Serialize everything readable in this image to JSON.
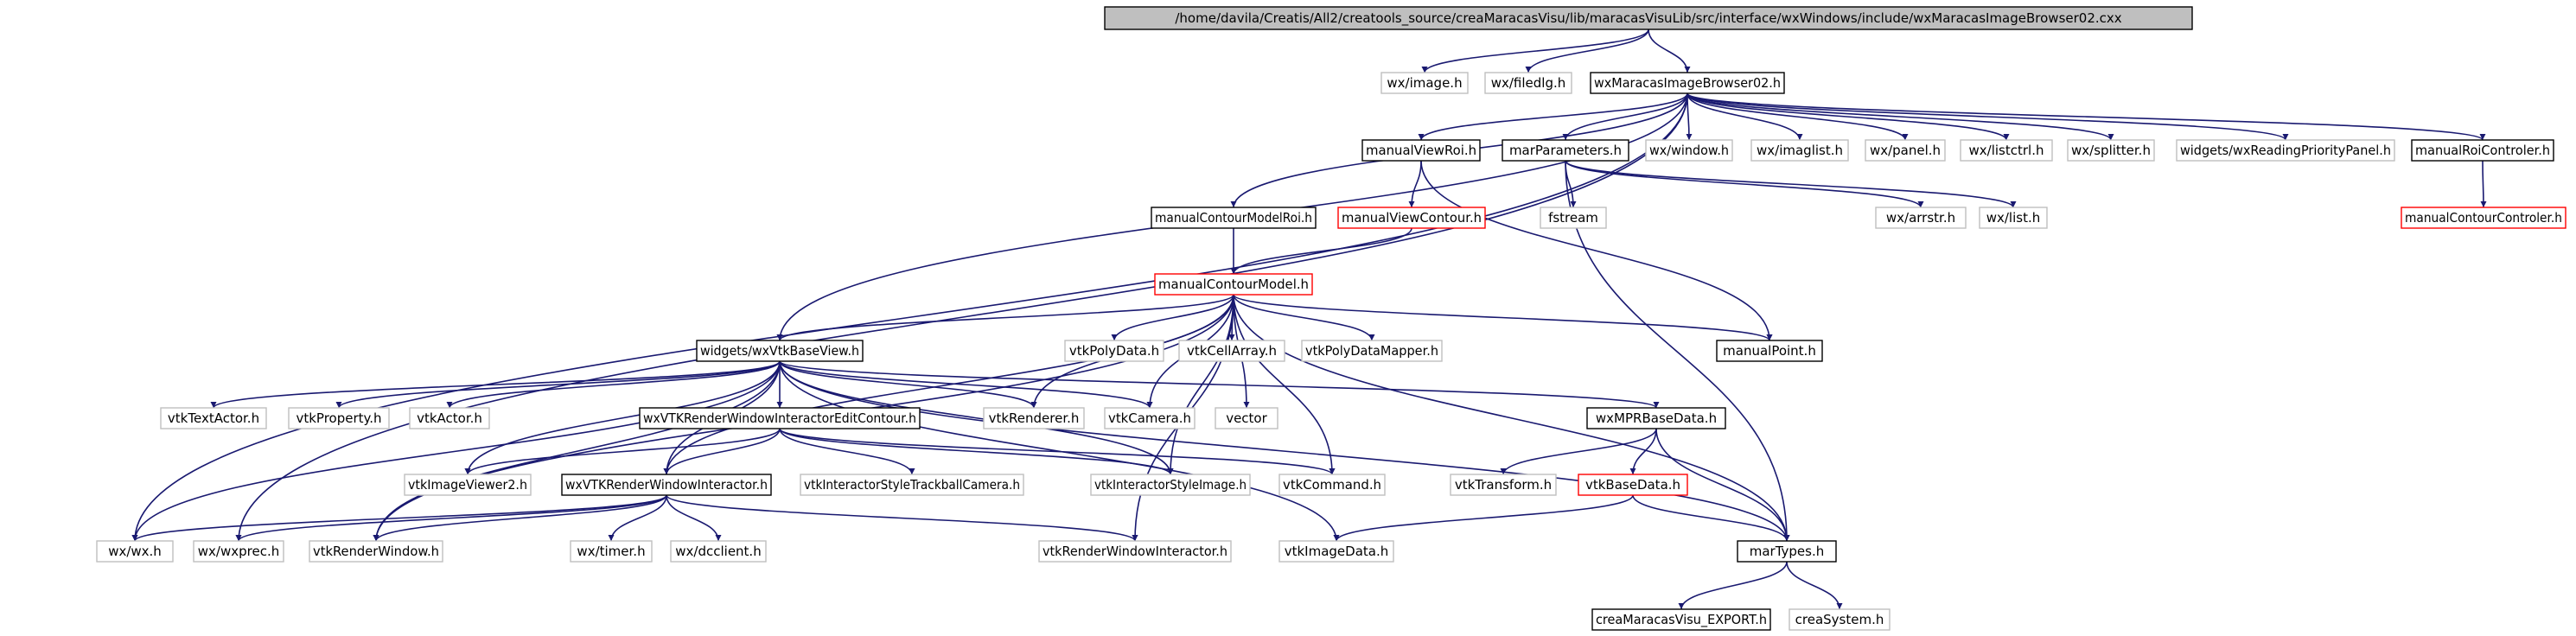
{
  "graph": {
    "colors": {
      "edge": "#191970",
      "root_fill": "#bfbfbf",
      "internal_border": "#000000",
      "external_border": "#bfbfbf",
      "truncated_border": "#ff0000"
    },
    "nodes": [
      {
        "id": "root",
        "label": "/home/davila/Creatis/All2/creatools_source/creaMaracasVisu/lib/maracasVisuLib/src/interface/wxWindows/include/wxMaracasImageBrowser02.cxx",
        "kind": "root"
      },
      {
        "id": "wximage",
        "label": "wx/image.h",
        "kind": "external"
      },
      {
        "id": "wxfiledlg",
        "label": "wx/filedlg.h",
        "kind": "external"
      },
      {
        "id": "wxmib02",
        "label": "wxMaracasImageBrowser02.h",
        "kind": "internal"
      },
      {
        "id": "wxvtkbase",
        "label": "widgets/wxVtkBaseView.h",
        "kind": "internal"
      },
      {
        "id": "mcmroi",
        "label": "manualContourModelRoi.h",
        "kind": "internal"
      },
      {
        "id": "mvroi",
        "label": "manualViewRoi.h",
        "kind": "internal"
      },
      {
        "id": "marparams",
        "label": "marParameters.h",
        "kind": "internal"
      },
      {
        "id": "wxwindow",
        "label": "wx/window.h",
        "kind": "external"
      },
      {
        "id": "wximaglist",
        "label": "wx/imaglist.h",
        "kind": "external"
      },
      {
        "id": "wxpanel",
        "label": "wx/panel.h",
        "kind": "external"
      },
      {
        "id": "wxlistctrl",
        "label": "wx/listctrl.h",
        "kind": "external"
      },
      {
        "id": "wxsplitter",
        "label": "wx/splitter.h",
        "kind": "external"
      },
      {
        "id": "wrpp",
        "label": "widgets/wxReadingPriorityPanel.h",
        "kind": "external"
      },
      {
        "id": "mroictl",
        "label": "manualRoiControler.h",
        "kind": "internal"
      },
      {
        "id": "mviewcontour",
        "label": "manualViewContour.h",
        "kind": "truncated"
      },
      {
        "id": "fstream",
        "label": "fstream",
        "kind": "external"
      },
      {
        "id": "wxarrstr",
        "label": "wx/arrstr.h",
        "kind": "external"
      },
      {
        "id": "wxlist",
        "label": "wx/list.h",
        "kind": "external"
      },
      {
        "id": "mcontourctl",
        "label": "manualContourControler.h",
        "kind": "truncated"
      },
      {
        "id": "mcm",
        "label": "manualContourModel.h",
        "kind": "truncated"
      },
      {
        "id": "vtkpolydata",
        "label": "vtkPolyData.h",
        "kind": "external"
      },
      {
        "id": "vtkcellarray",
        "label": "vtkCellArray.h",
        "kind": "external"
      },
      {
        "id": "vtkpdm",
        "label": "vtkPolyDataMapper.h",
        "kind": "external"
      },
      {
        "id": "manualpoint",
        "label": "manualPoint.h",
        "kind": "internal"
      },
      {
        "id": "vtktextactor",
        "label": "vtkTextActor.h",
        "kind": "external"
      },
      {
        "id": "vtkproperty",
        "label": "vtkProperty.h",
        "kind": "external"
      },
      {
        "id": "vtkactor",
        "label": "vtkActor.h",
        "kind": "external"
      },
      {
        "id": "vtkprwiec",
        "label": "wxVTKRenderWindowInteractorEditContour.h",
        "kind": "internal"
      },
      {
        "id": "vtkrenderer",
        "label": "vtkRenderer.h",
        "kind": "external"
      },
      {
        "id": "vtkcamera",
        "label": "vtkCamera.h",
        "kind": "external"
      },
      {
        "id": "vector",
        "label": "vector",
        "kind": "external"
      },
      {
        "id": "wxmprbd",
        "label": "wxMPRBaseData.h",
        "kind": "internal"
      },
      {
        "id": "vtkiv2",
        "label": "vtkImageViewer2.h",
        "kind": "external"
      },
      {
        "id": "wxvtkrwi",
        "label": "wxVTKRenderWindowInteractor.h",
        "kind": "internal"
      },
      {
        "id": "vtkistc",
        "label": "vtkInteractorStyleTrackballCamera.h",
        "kind": "external"
      },
      {
        "id": "vtkisi",
        "label": "vtkInteractorStyleImage.h",
        "kind": "external"
      },
      {
        "id": "vtkcommand",
        "label": "vtkCommand.h",
        "kind": "external"
      },
      {
        "id": "vtktransform",
        "label": "vtkTransform.h",
        "kind": "external"
      },
      {
        "id": "vtkbasedata",
        "label": "vtkBaseData.h",
        "kind": "truncated"
      },
      {
        "id": "wxwx",
        "label": "wx/wx.h",
        "kind": "external"
      },
      {
        "id": "wxwxprec",
        "label": "wx/wxprec.h",
        "kind": "external"
      },
      {
        "id": "vtkrenderwindow",
        "label": "vtkRenderWindow.h",
        "kind": "external"
      },
      {
        "id": "wxtimer",
        "label": "wx/timer.h",
        "kind": "external"
      },
      {
        "id": "wxdcclient",
        "label": "wx/dcclient.h",
        "kind": "external"
      },
      {
        "id": "vtkrwi",
        "label": "vtkRenderWindowInteractor.h",
        "kind": "external"
      },
      {
        "id": "vtkimagedata",
        "label": "vtkImageData.h",
        "kind": "external"
      },
      {
        "id": "martypes",
        "label": "marTypes.h",
        "kind": "internal"
      },
      {
        "id": "export",
        "label": "creaMaracasVisu_EXPORT.h",
        "kind": "internal"
      },
      {
        "id": "creasystem",
        "label": "creaSystem.h",
        "kind": "external"
      }
    ],
    "edges": [
      [
        "root",
        "wximage"
      ],
      [
        "root",
        "wxfiledlg"
      ],
      [
        "root",
        "wxmib02"
      ],
      [
        "wxmib02",
        "wxvtkbase"
      ],
      [
        "wxmib02",
        "mcmroi"
      ],
      [
        "wxmib02",
        "mvroi"
      ],
      [
        "wxmib02",
        "marparams"
      ],
      [
        "wxmib02",
        "wxwindow"
      ],
      [
        "wxmib02",
        "wximaglist"
      ],
      [
        "wxmib02",
        "wxpanel"
      ],
      [
        "wxmib02",
        "wxlistctrl"
      ],
      [
        "wxmib02",
        "wxsplitter"
      ],
      [
        "wxmib02",
        "wrpp"
      ],
      [
        "wxmib02",
        "mroictl"
      ],
      [
        "wxmib02",
        "wxwx"
      ],
      [
        "wxmib02",
        "wxwxprec"
      ],
      [
        "mvroi",
        "mviewcontour"
      ],
      [
        "mvroi",
        "manualpoint"
      ],
      [
        "marparams",
        "fstream"
      ],
      [
        "marparams",
        "wxarrstr"
      ],
      [
        "marparams",
        "wxlist"
      ],
      [
        "marparams",
        "martypes"
      ],
      [
        "mroictl",
        "mcontourctl"
      ],
      [
        "mcmroi",
        "mcm"
      ],
      [
        "mviewcontour",
        "mcm"
      ],
      [
        "mcm",
        "wxvtkbase"
      ],
      [
        "mcm",
        "vtkpolydata"
      ],
      [
        "mcm",
        "vtkcellarray"
      ],
      [
        "mcm",
        "vtkpdm"
      ],
      [
        "mcm",
        "manualpoint"
      ],
      [
        "mcm",
        "vtkrenderer"
      ],
      [
        "mcm",
        "vtkcamera"
      ],
      [
        "mcm",
        "vector"
      ],
      [
        "mcm",
        "wxvtkrwi"
      ],
      [
        "mcm",
        "vtkisi"
      ],
      [
        "mcm",
        "vtkcommand"
      ],
      [
        "mcm",
        "vtkrwi"
      ],
      [
        "mcm",
        "martypes"
      ],
      [
        "mcm",
        "vtkrenderwindow"
      ],
      [
        "wxvtkbase",
        "vtktextactor"
      ],
      [
        "wxvtkbase",
        "vtkproperty"
      ],
      [
        "wxvtkbase",
        "vtkactor"
      ],
      [
        "wxvtkbase",
        "vtkprwiec"
      ],
      [
        "wxvtkbase",
        "vtkrenderer"
      ],
      [
        "wxvtkbase",
        "vtkcamera"
      ],
      [
        "wxvtkbase",
        "wxmprbd"
      ],
      [
        "wxvtkbase",
        "martypes"
      ],
      [
        "wxvtkbase",
        "vtkiv2"
      ],
      [
        "wxvtkbase",
        "wxvtkrwi"
      ],
      [
        "wxvtkbase",
        "vtkisi"
      ],
      [
        "wxvtkbase",
        "vtkrenderwindow"
      ],
      [
        "wxvtkbase",
        "wxwx"
      ],
      [
        "wxvtkbase",
        "vtkimagedata"
      ],
      [
        "vtkprwiec",
        "vtkiv2"
      ],
      [
        "vtkprwiec",
        "wxvtkrwi"
      ],
      [
        "vtkprwiec",
        "vtkistc"
      ],
      [
        "vtkprwiec",
        "vtkisi"
      ],
      [
        "vtkprwiec",
        "vtkcommand"
      ],
      [
        "wxmprbd",
        "vtktransform"
      ],
      [
        "wxmprbd",
        "vtkbasedata"
      ],
      [
        "wxmprbd",
        "martypes"
      ],
      [
        "vtkbasedata",
        "martypes"
      ],
      [
        "vtkbasedata",
        "vtkimagedata"
      ],
      [
        "wxvtkrwi",
        "wxwx"
      ],
      [
        "wxvtkrwi",
        "wxwxprec"
      ],
      [
        "wxvtkrwi",
        "vtkrenderwindow"
      ],
      [
        "wxvtkrwi",
        "wxtimer"
      ],
      [
        "wxvtkrwi",
        "wxdcclient"
      ],
      [
        "wxvtkrwi",
        "vtkrwi"
      ],
      [
        "martypes",
        "export"
      ],
      [
        "martypes",
        "creasystem"
      ]
    ]
  }
}
